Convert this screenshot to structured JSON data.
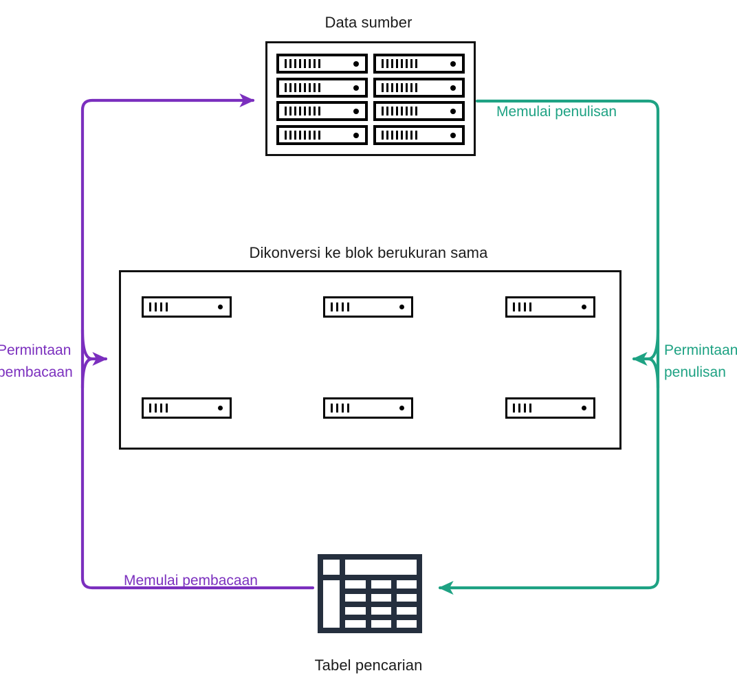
{
  "diagram": {
    "title_source": "Data sumber",
    "title_blocks": "Dikonversi ke blok berukuran sama",
    "title_table": "Tabel pencarian",
    "colors": {
      "read_flow": "#7b2fbe",
      "write_flow": "#1ea283",
      "outline": "#111111",
      "table_icon": "#252f3e",
      "background": "#ffffff",
      "text": "#1b1b1b"
    },
    "edges": [
      {
        "id": "start-write",
        "label": "Memulai penulisan",
        "color": "#1ea283",
        "from": "data-sumber",
        "to": "permintaan-penulisan"
      },
      {
        "id": "write-request",
        "label": "Permintaan penulisan",
        "color": "#1ea283",
        "from": "tabel-pencarian",
        "to": "blok"
      },
      {
        "id": "start-read",
        "label": "Memulai pembacaan",
        "color": "#7b2fbe",
        "from": "tabel-pencarian",
        "to": "data-sumber"
      },
      {
        "id": "read-request",
        "label": "Permintaan pembacaan",
        "color": "#7b2fbe",
        "from": "data-sumber",
        "to": "blok"
      }
    ],
    "source_store": {
      "rows": 4,
      "columns": 2,
      "unit_bar_count": 8,
      "units": [
        {
          "id": "src-1"
        },
        {
          "id": "src-2"
        },
        {
          "id": "src-3"
        },
        {
          "id": "src-4"
        },
        {
          "id": "src-5"
        },
        {
          "id": "src-6"
        },
        {
          "id": "src-7"
        },
        {
          "id": "src-8"
        }
      ]
    },
    "block_store": {
      "rows": 2,
      "columns": 3,
      "unit_bar_count": 4,
      "units": [
        {
          "id": "blk-1"
        },
        {
          "id": "blk-2"
        },
        {
          "id": "blk-3"
        },
        {
          "id": "blk-4"
        },
        {
          "id": "blk-5"
        },
        {
          "id": "blk-6"
        }
      ]
    },
    "lookup_table": {
      "header_cells": 1,
      "body_rows": 4,
      "body_columns": 3
    }
  }
}
